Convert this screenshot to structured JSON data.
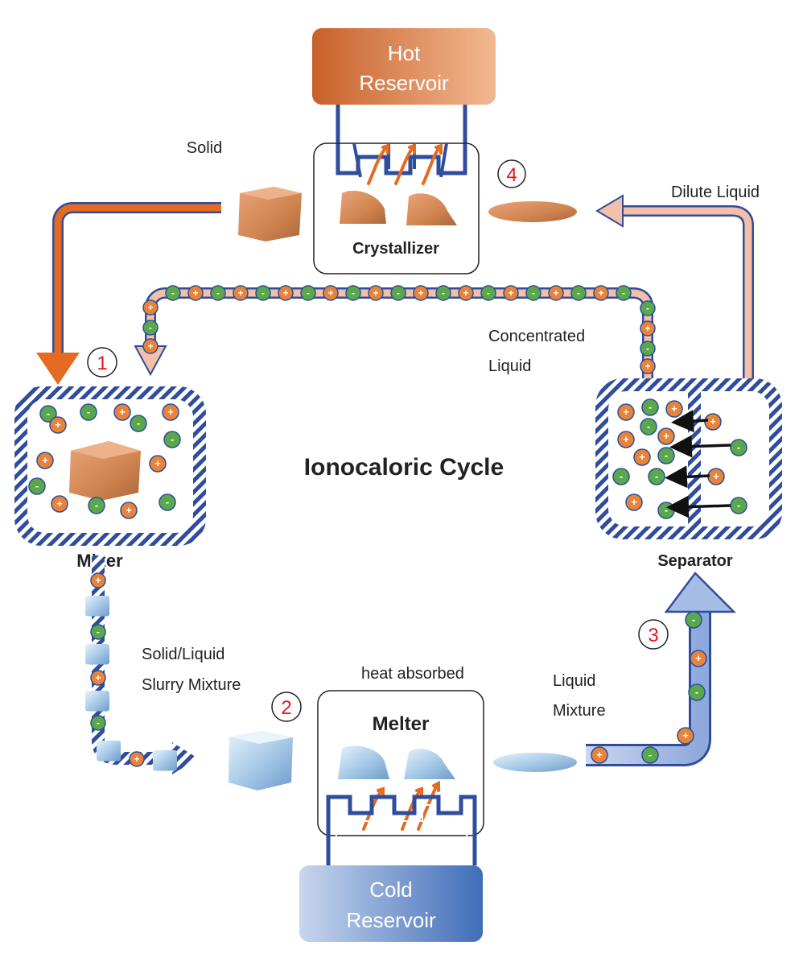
{
  "title": "Ionocaloric Cycle",
  "reservoirs": {
    "hot": {
      "line1": "Hot",
      "line2": "Reservoir",
      "color_from": "#c8612a",
      "color_to": "#f2b891"
    },
    "cold": {
      "line1": "Cold",
      "line2": "Reservoir",
      "color_from": "#c8d6ee",
      "color_to": "#3f6db8"
    }
  },
  "components": {
    "crystallizer": "Crystallizer",
    "mixer": "Mixer",
    "melter": "Melter",
    "separator": "Separator"
  },
  "labels": {
    "solid": "Solid",
    "dilute_liquid": "Dilute Liquid",
    "concentrated_liquid_1": "Concentrated",
    "concentrated_liquid_2": "Liquid",
    "slurry_1": "Solid/Liquid",
    "slurry_2": "Slurry Mixture",
    "heat_absorbed": "heat absorbed",
    "liquid_mixture_1": "Liquid",
    "liquid_mixture_2": "Mixture"
  },
  "steps": [
    "1",
    "2",
    "3",
    "4"
  ],
  "ions": {
    "cation": "+",
    "anion": "-"
  },
  "colors": {
    "cation": "#e8843a",
    "anion": "#5aa84c",
    "pipe_blue": "#2f4d9c",
    "hot_arrow": "#e56b22",
    "pink": "#f4c0a8",
    "step_red": "#e8141b",
    "ice": "#a9cbe8"
  }
}
